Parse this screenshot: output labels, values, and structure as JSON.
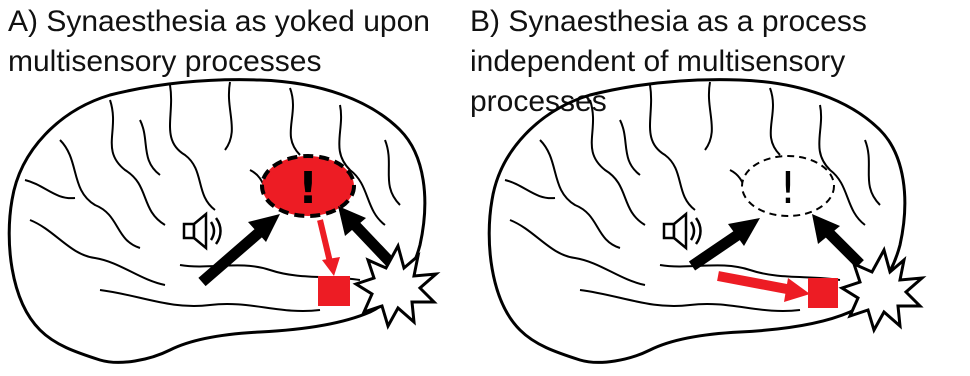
{
  "panels": [
    {
      "title": "A) Synaesthesia as yoked upon\nmultisensory processes",
      "hub_fill": "#ed1c24",
      "hub_border": "dashed-thick",
      "exclamation": "!",
      "red_arrow": "hub-to-square"
    },
    {
      "title": "B) Synaesthesia as a process\nindependent of multisensory processes",
      "hub_fill": "#ffffff",
      "hub_border": "dashed-thin",
      "exclamation": "!",
      "red_arrow": "direct-to-square"
    }
  ],
  "colors": {
    "accent_red": "#ed1c24",
    "ink": "#000000",
    "background": "#ffffff"
  },
  "icons": [
    "speaker-icon",
    "exclamation-icon",
    "flash-burst-icon",
    "red-square-marker"
  ]
}
